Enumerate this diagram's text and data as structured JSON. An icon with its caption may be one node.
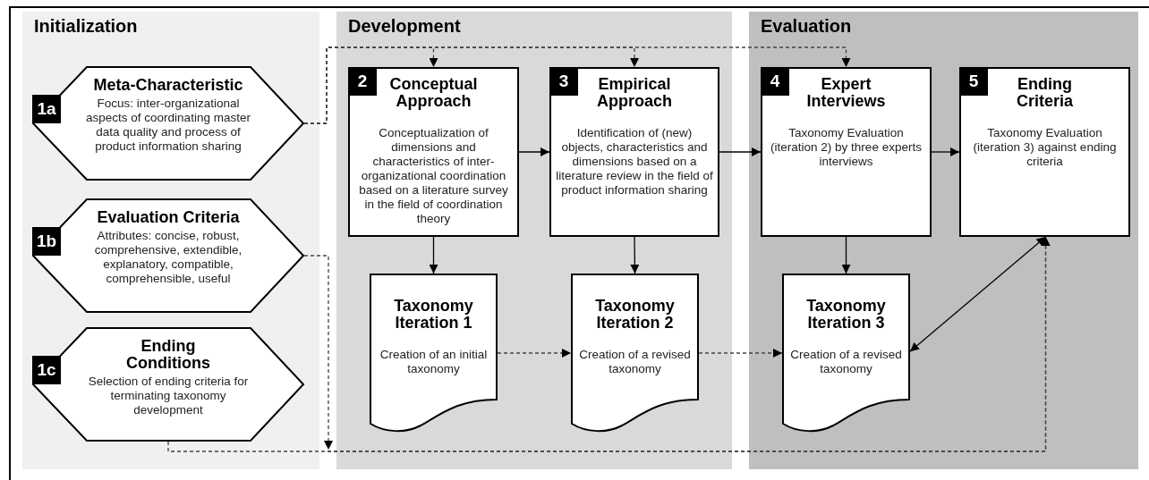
{
  "diagram": {
    "nodes": [
      {
        "text": [
          "Initialization"
        ]
      },
      {
        "text": [
          "1a",
          "Meta-Characteristic",
          "Focus: inter-organizational aspects of coordinating master data quality and process of product information sharing"
        ],
        "in": 0
      },
      {
        "text": [
          "1b",
          "Evaluation Criteria",
          "Attributes: concise, robust, comprehensive, extendible, explanatory, compatible, comprehensible, useful"
        ],
        "in": 0
      },
      {
        "text": [
          "1c",
          "Ending Conditions",
          "Selection of ending criteria for terminating taxonomy development"
        ],
        "in": 0
      },
      {
        "text": [
          "Development"
        ]
      },
      {
        "text": [
          "2",
          "Conceptual Approach",
          "Conceptualization of dimensions and characteristics of inter-organizational coordination based on a literature survey in the field of coordination theory"
        ],
        "in": 4
      },
      {
        "text": [
          "3",
          "Empirical Approach",
          "Identification of (new) objects, characteristics and dimensions based on a literature review in the field of product information sharing"
        ],
        "in": 4
      },
      {
        "text": [
          "Taxonomy Iteration 1",
          "Creation of an initial taxonomy"
        ],
        "in": 4
      },
      {
        "text": [
          "Taxonomy Iteration 2",
          "Creation of a revised taxonomy"
        ],
        "in": 4
      },
      {
        "text": [
          "Evaluation"
        ]
      },
      {
        "text": [
          "4",
          "Expert Interviews",
          "Taxonomy Evaluation (iteration 2) by three experts interviews"
        ],
        "in": 9
      },
      {
        "text": [
          "5",
          "Ending Criteria",
          "Taxonomy Evaluation (iteration 3) against ending criteria"
        ],
        "in": 9
      },
      {
        "text": [
          "Taxonomy Iteration 3",
          "Creation of a revised taxonomy"
        ],
        "in": 9
      }
    ],
    "edges": [
      {
        "from": 1,
        "to": 5,
        "arrow": "to",
        "style": "dashed"
      },
      {
        "from": 1,
        "to": 6,
        "arrow": "to",
        "style": "dashed"
      },
      {
        "from": 1,
        "to": 10,
        "arrow": "to",
        "style": "dashed"
      },
      {
        "from": 2,
        "to": 11,
        "arrow": "to",
        "style": "dashed"
      },
      {
        "from": 3,
        "to": 11,
        "arrow": "to",
        "style": "dashed"
      },
      {
        "from": 5,
        "to": 6,
        "arrow": "to"
      },
      {
        "from": 6,
        "to": 10,
        "arrow": "to"
      },
      {
        "from": 10,
        "to": 11,
        "arrow": "to"
      },
      {
        "from": 5,
        "to": 7,
        "arrow": "to"
      },
      {
        "from": 6,
        "to": 8,
        "arrow": "to"
      },
      {
        "from": 10,
        "to": 12,
        "arrow": "to"
      },
      {
        "from": 7,
        "to": 8,
        "arrow": "to",
        "style": "dashed"
      },
      {
        "from": 8,
        "to": 12,
        "arrow": "to",
        "style": "dashed"
      },
      {
        "from": 12,
        "to": 11,
        "arrow": "both"
      }
    ]
  }
}
